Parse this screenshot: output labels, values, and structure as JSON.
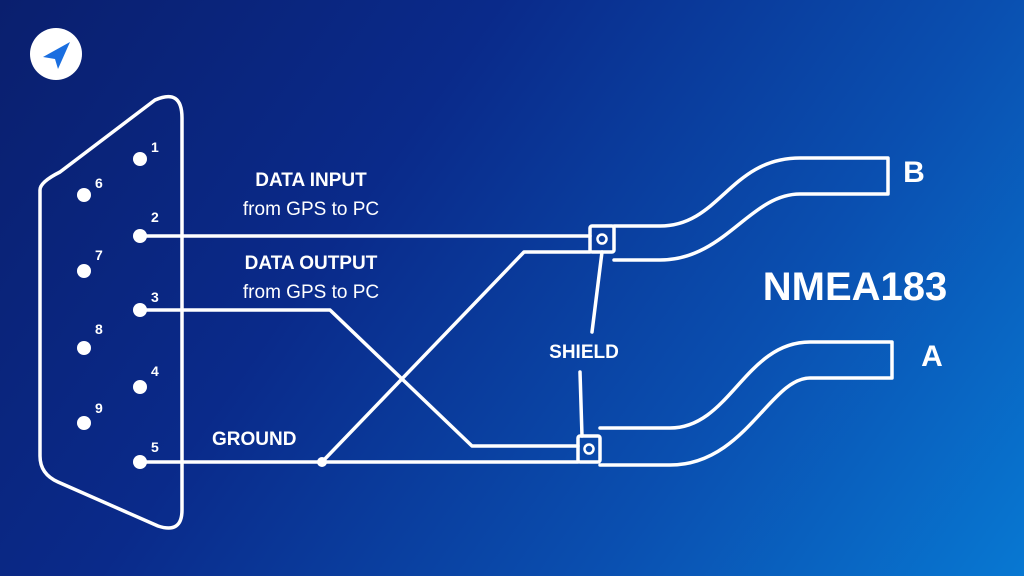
{
  "logo": {
    "icon": "navigation-arrow-icon",
    "brand_color": "#1a6ee0"
  },
  "connector": {
    "pins_top_row": [
      "1",
      "2",
      "3",
      "4",
      "5"
    ],
    "pins_bottom_row": [
      "6",
      "7",
      "8",
      "9"
    ]
  },
  "labels": {
    "data_input_title": "DATA INPUT",
    "data_input_sub": "from GPS to PC",
    "data_output_title": "DATA OUTPUT",
    "data_output_sub": "from GPS to PC",
    "ground": "GROUND",
    "shield": "SHIELD",
    "protocol": "NMEA183",
    "wire_b": "B",
    "wire_a": "A"
  },
  "colors": {
    "background_start": "#0a1f6e",
    "background_end": "#0878d2",
    "line": "#ffffff"
  }
}
